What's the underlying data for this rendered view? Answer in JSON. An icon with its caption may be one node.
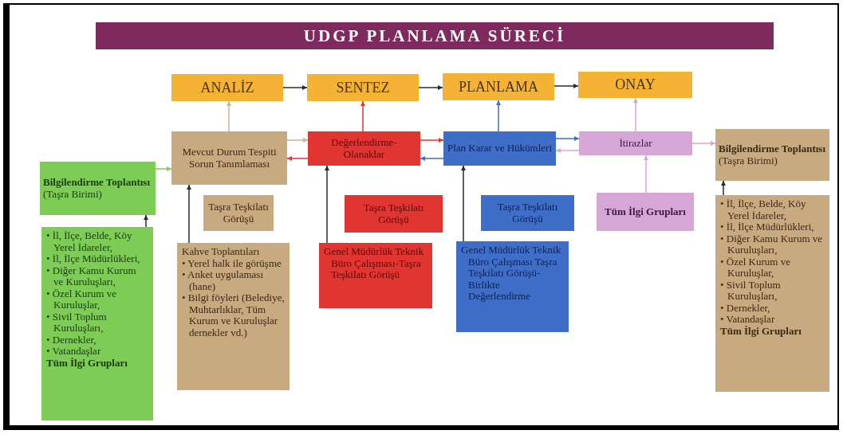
{
  "diagram": {
    "title": "UDGP PLANLAMA SÜRECİ",
    "nodes": [
      {
        "text": [
          "ANALİZ"
        ]
      },
      {
        "text": [
          "SENTEZ"
        ]
      },
      {
        "text": [
          "PLANLAMA"
        ]
      },
      {
        "text": [
          "ONAY"
        ]
      },
      {
        "text": [
          "Mevcut Durum Tespiti Sorun Tanımlaması"
        ]
      },
      {
        "text": [
          "Değerlendirme-Olanaklar"
        ]
      },
      {
        "text": [
          "Plan Karar ve Hükümleri"
        ]
      },
      {
        "text": [
          "İtirazlar"
        ]
      },
      {
        "text": [
          "Bilgilendirme Toplantısı",
          "(Taşra Birimi)"
        ]
      },
      {
        "text": [
          "Bilgilendirme Toplantısı",
          "(Taşra Birimi)"
        ]
      },
      {
        "text": [
          "Taşra Teşkilatı Görüşü"
        ]
      },
      {
        "text": [
          "Taşra Teşkilatı Görüşü"
        ]
      },
      {
        "text": [
          "Taşra Teşkilatı Görüşü"
        ]
      },
      {
        "text": [
          "Tüm İlgi Grupları"
        ]
      },
      {
        "text": [
          "• İl, İlçe, Belde, Köy Yerel İdareler,",
          "• İl, İlçe Müdürlükleri,",
          "• Diğer Kamu Kurum ve Kuruluşları,",
          "• Özel Kurum ve Kuruluşlar,",
          "• Sivil Toplum Kuruluşları,",
          "• Dernekler,",
          "• Vatandaşlar",
          "Tüm İlgi Grupları"
        ]
      },
      {
        "text": [
          "Kahve Toplantıları",
          "• Yerel halk ile görüşme",
          "• Anket uygulaması (hane)",
          "• Bilgi föyleri (Belediye, Muhtarlıklar, Tüm Kurum ve Kuruluşlar dernekler vd.)"
        ]
      },
      {
        "text": [
          "Genel Müdürlük Teknik Büro Çalışması-Taşra Teşkilatı Görüşü"
        ]
      },
      {
        "text": [
          "Genel Müdürlük Teknik Büro Çalışması Taşra Teşkilatı Görüşü-Birlikte Değerlendirme"
        ]
      },
      {
        "text": [
          "• İl, İlçe, Belde, Köy Yerel İdareler,",
          "• İl, İlçe Müdürlükleri,",
          "• Diğer Kamu Kurum ve Kuruluşları,",
          "• Özel Kurum ve Kuruluşlar,",
          "• Sivil Toplum Kuruluşları,",
          "• Dernekler,",
          "• Vatandaşlar",
          "Tüm İlgi Grupları"
        ]
      }
    ],
    "edges": [
      {
        "from": 0,
        "to": 1,
        "arrow": "to"
      },
      {
        "from": 1,
        "to": 2,
        "arrow": "to"
      },
      {
        "from": 2,
        "to": 3,
        "arrow": "to"
      },
      {
        "from": 4,
        "to": 0,
        "arrow": "to",
        "color": "#c8b49a"
      },
      {
        "from": 5,
        "to": 1,
        "arrow": "to",
        "color": "#e03530"
      },
      {
        "from": 6,
        "to": 2,
        "arrow": "to",
        "color": "#3f6ec9"
      },
      {
        "from": 7,
        "to": 3,
        "arrow": "to",
        "color": "#d5a6d6"
      },
      {
        "from": 4,
        "to": 5,
        "arrow": "to",
        "color": "#c8b49a"
      },
      {
        "from": 5,
        "to": 4,
        "arrow": "to",
        "color": "#e03530"
      },
      {
        "from": 5,
        "to": 6,
        "arrow": "to",
        "color": "#e03530"
      },
      {
        "from": 6,
        "to": 5,
        "arrow": "to",
        "color": "#3f6ec9"
      },
      {
        "from": 6,
        "to": 7,
        "arrow": "to",
        "color": "#3f6ec9"
      },
      {
        "from": 7,
        "to": 6,
        "arrow": "to",
        "color": "#d5a6d6"
      },
      {
        "from": 7,
        "to": 9,
        "arrow": "to",
        "color": "#d5a6d6"
      },
      {
        "from": 8,
        "to": 4,
        "arrow": "to",
        "color": "#7dcc56"
      },
      {
        "from": 13,
        "to": 7,
        "arrow": "to",
        "color": "#d5a6d6"
      },
      {
        "from": 14,
        "to": 8,
        "arrow": "to"
      },
      {
        "from": 15,
        "to": 4,
        "arrow": "to"
      },
      {
        "from": 16,
        "to": 5,
        "arrow": "to"
      },
      {
        "from": 17,
        "to": 6,
        "arrow": "to"
      },
      {
        "from": 18,
        "to": 9,
        "arrow": "to"
      }
    ]
  }
}
